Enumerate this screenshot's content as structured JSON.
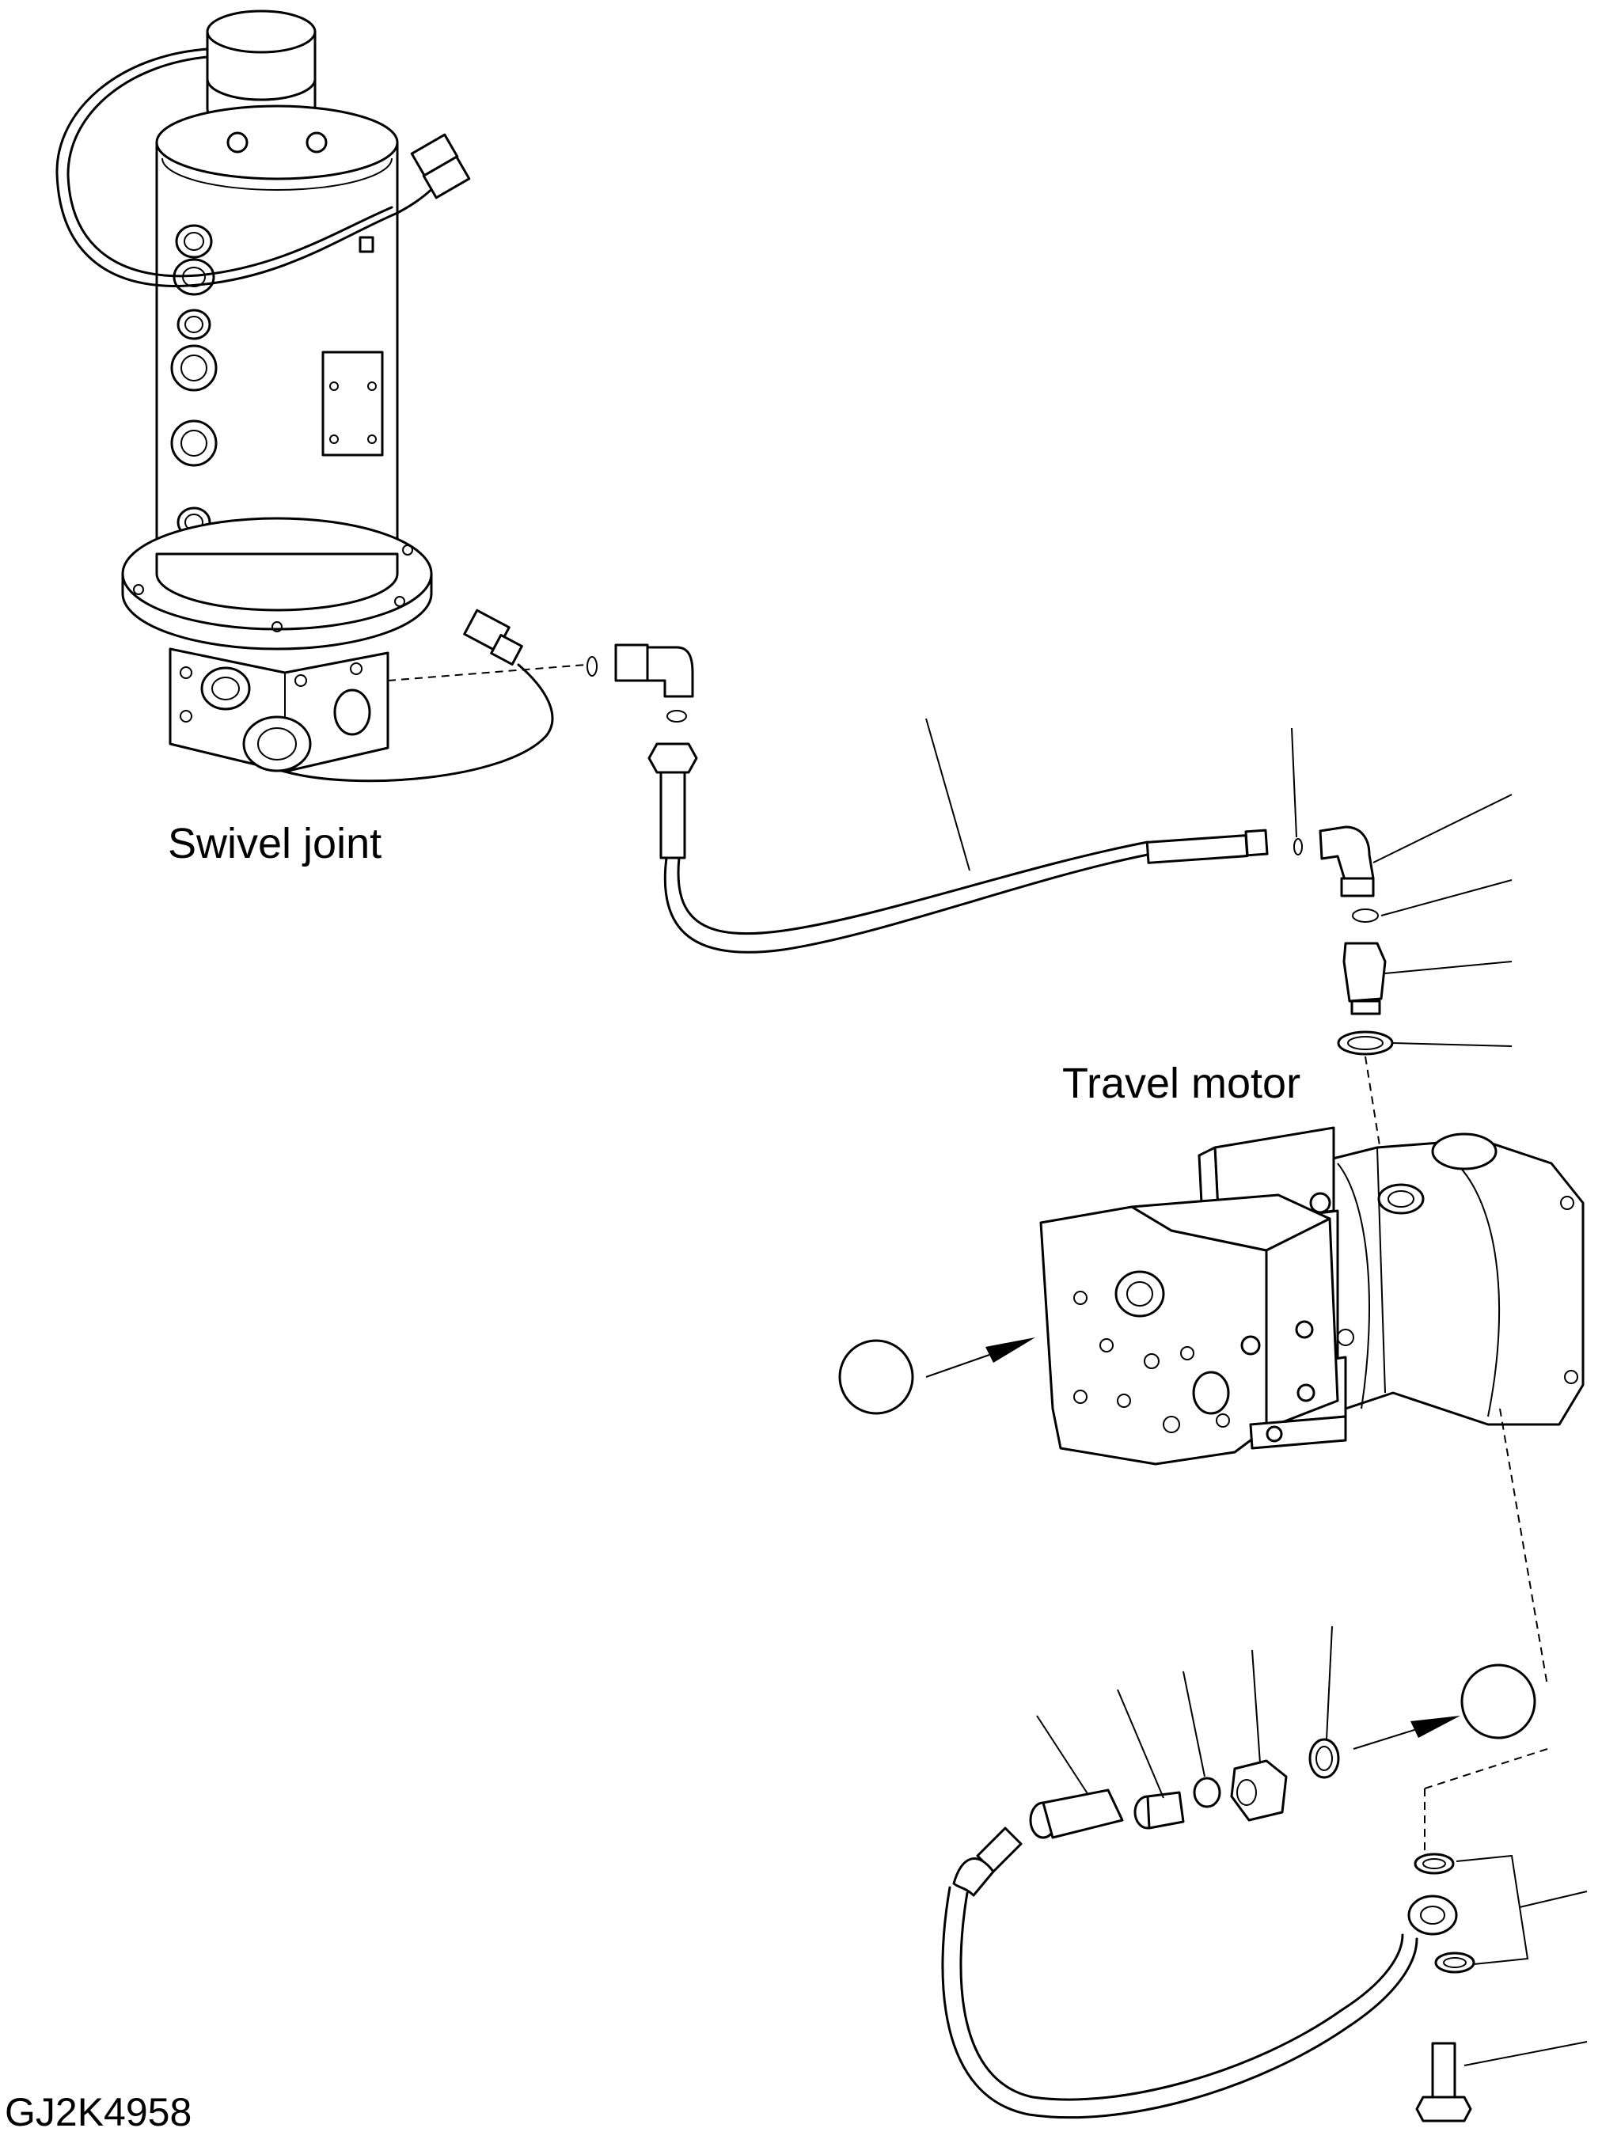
{
  "labels": {
    "swivel_joint": "Swivel joint",
    "travel_motor": "Travel motor",
    "drawing_code": "GJ2K4958"
  }
}
